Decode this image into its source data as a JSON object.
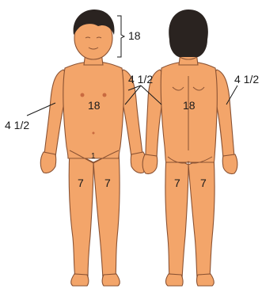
{
  "figures": {
    "front": {
      "head": "18",
      "trunk": "18",
      "left_arm": "4 1/2",
      "right_arm": "4 1/2",
      "genitals": "1",
      "left_leg": "7",
      "right_leg": "7"
    },
    "back": {
      "trunk": "18",
      "arm": "4 1/2",
      "left_leg": "7",
      "right_leg": "7"
    }
  },
  "colors": {
    "skin": "#f3a56a",
    "skin_shade": "#e88e55",
    "outline": "#8a5233",
    "hair": "#2a2320",
    "text": "#1a1a1a"
  }
}
